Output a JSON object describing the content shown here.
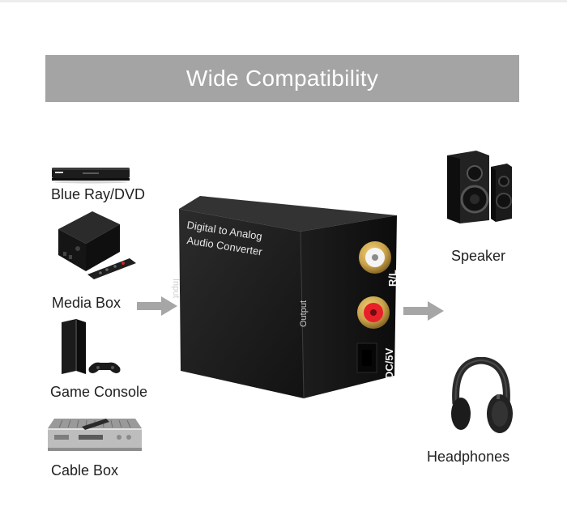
{
  "banner": {
    "title": "Wide Compatibility"
  },
  "sources": [
    {
      "label": "Blue Ray/DVD",
      "icon": "bluray-player-icon"
    },
    {
      "label": "Media Box",
      "icon": "media-box-icon"
    },
    {
      "label": "Game Console",
      "icon": "game-console-icon"
    },
    {
      "label": "Cable Box",
      "icon": "cable-box-icon"
    }
  ],
  "outputs": [
    {
      "label": "Speaker",
      "icon": "speaker-icon"
    },
    {
      "label": "Headphones",
      "icon": "headphones-icon"
    }
  ],
  "converter": {
    "title_line1": "Digital to Analog",
    "title_line2": "Audio Converter",
    "input_label": "Input",
    "output_label": "Output",
    "rl_label": "R/L",
    "power_label": "DC/5V"
  },
  "colors": {
    "banner": "#a4a4a4",
    "arrow": "#a6a6a6",
    "rca_red": "#e8202a",
    "gold": "#c9a24a"
  }
}
